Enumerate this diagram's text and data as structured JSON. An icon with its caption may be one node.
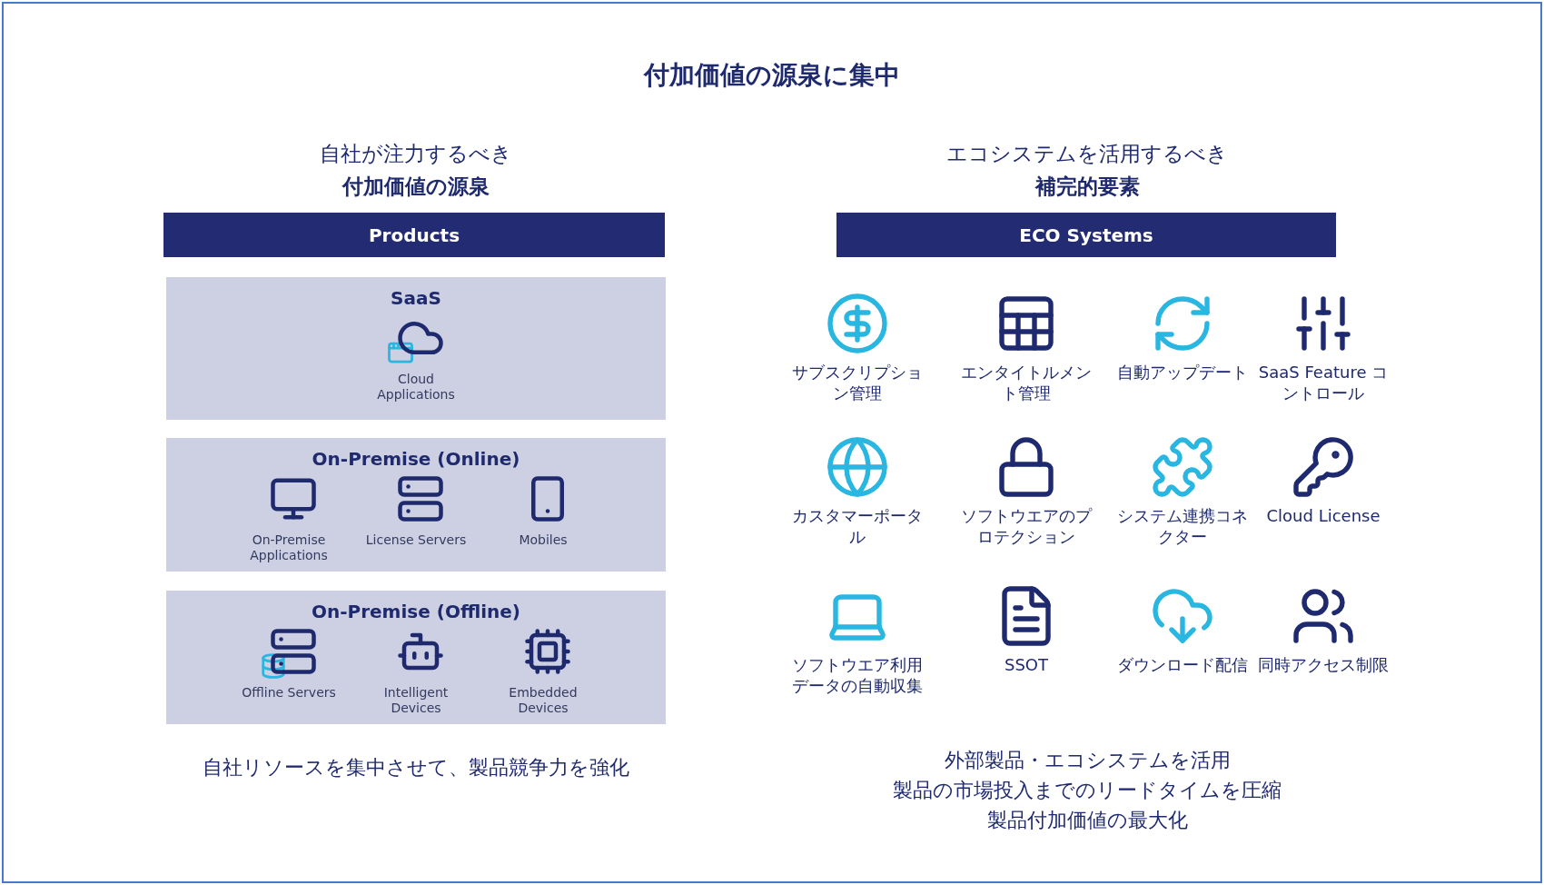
{
  "diagram": {
    "title": "付加価値の源泉に集中",
    "nodes": [
      {
        "text": [
          "Products"
        ]
      },
      {
        "text": [
          "SaaS",
          "Cloud Applications"
        ]
      },
      {
        "text": [
          "On-Premise (Online)",
          "On-Premise Applications",
          "License Servers",
          "Mobiles"
        ]
      },
      {
        "text": [
          "On-Premise (Offline)",
          "Offline Servers",
          "Intelligent Devices",
          "Embedded Devices"
        ]
      },
      {
        "text": [
          "ECO Systems"
        ]
      }
    ],
    "labels": [
      "自社が注力するべき",
      "付加価値の源泉",
      "エコシステムを活用するべき",
      "補完的要素",
      "サブスクリプション管理",
      "エンタイトルメント管理",
      "自動アップデート",
      "SaaS Feature コントロール",
      "カスタマーポータル",
      "ソフトウエアのプロテクション",
      "システム連携コネクター",
      "Cloud License",
      "ソフトウエア利用データの自動収集",
      "SSOT",
      "ダウンロード配信",
      "同時アクセス制限",
      "自社リソースを集中させて、製品競争力を強化",
      "外部製品・エコシステムを活用",
      "製品の市場投入までのリードタイムを圧縮",
      "製品付加価値の最大化"
    ]
  }
}
